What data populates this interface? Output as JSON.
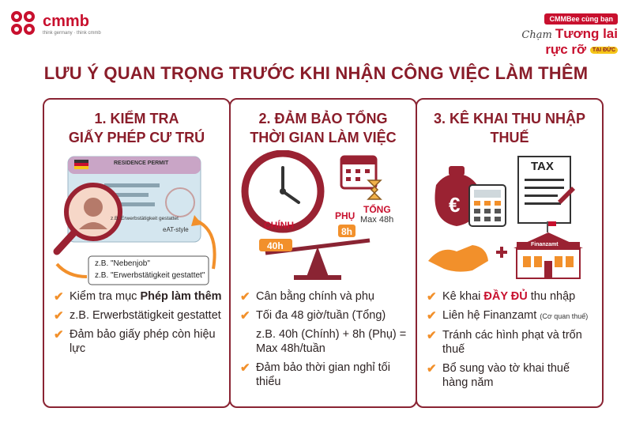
{
  "logo": {
    "name": "cmmb",
    "tagline": "think germany · think cmmb"
  },
  "brand": {
    "top": "CMMBee cùng bạn",
    "cham": "Chạm",
    "line1": "Tương lai",
    "line2": "rực rỡ",
    "badge": "TẠI ĐỨC"
  },
  "title": "LƯU Ý QUAN TRỌNG TRƯỚC KHI NHẬN CÔNG VIỆC LÀM THÊM",
  "cards": [
    {
      "title1": "1. KIỂM TRA",
      "title2": "GIẤY PHÉP CƯ TRÚ",
      "permit": {
        "label": "RESIDENCE PERMIT",
        "line": "z.B. Erwerbstätigkeit gestattet",
        "eat": "eAT-style"
      },
      "callout1": "z.B. \"Nebenjob\"",
      "callout2": "z.B. \"Erwerbstätigkeit gestattet\"",
      "b1a": "Kiểm tra mục ",
      "b1b": "Phép làm thêm",
      "b2": "z.B. Erwerbstätigkeit gestattet",
      "b3": "Đảm bảo giấy phép còn hiệu lực"
    },
    {
      "title1": "2. ĐẢM BẢO TỔNG",
      "title2": "THỜI GIAN LÀM VIỆC",
      "chinh": "CHÍNH",
      "h40": "40h",
      "phu": "PHỤ",
      "h8": "8h",
      "tong": "TỔNG",
      "max": "Max 48h",
      "b1": "Cân bằng chính và phụ",
      "b2": "Tối đa 48 giờ/tuần (Tổng)",
      "b3": "z.B. 40h (Chính) + 8h (Phụ) = Max 48h/tuần",
      "b4": "Đảm bảo thời gian nghỉ tối thiểu"
    },
    {
      "title1": "3. KÊ KHAI THU NHẬP",
      "title2": "THUẾ",
      "tax": "TAX",
      "euro": "€",
      "finanzamt": "Finanzamt",
      "b1a": "Kê khai ",
      "b1b": "ĐẦY ĐỦ",
      "b1c": " thu nhập",
      "b2a": "Liên hệ Finanzamt ",
      "b2b": "(Cơ quan thuế)",
      "b3": "Tránh các hình phạt và trốn thuế",
      "b4": "Bổ sung vào tờ khai thuế hàng năm"
    }
  ],
  "check": "✔",
  "colors": {
    "accent": "#8a1d2a",
    "brand": "#c8102e",
    "orange": "#f2902b"
  }
}
